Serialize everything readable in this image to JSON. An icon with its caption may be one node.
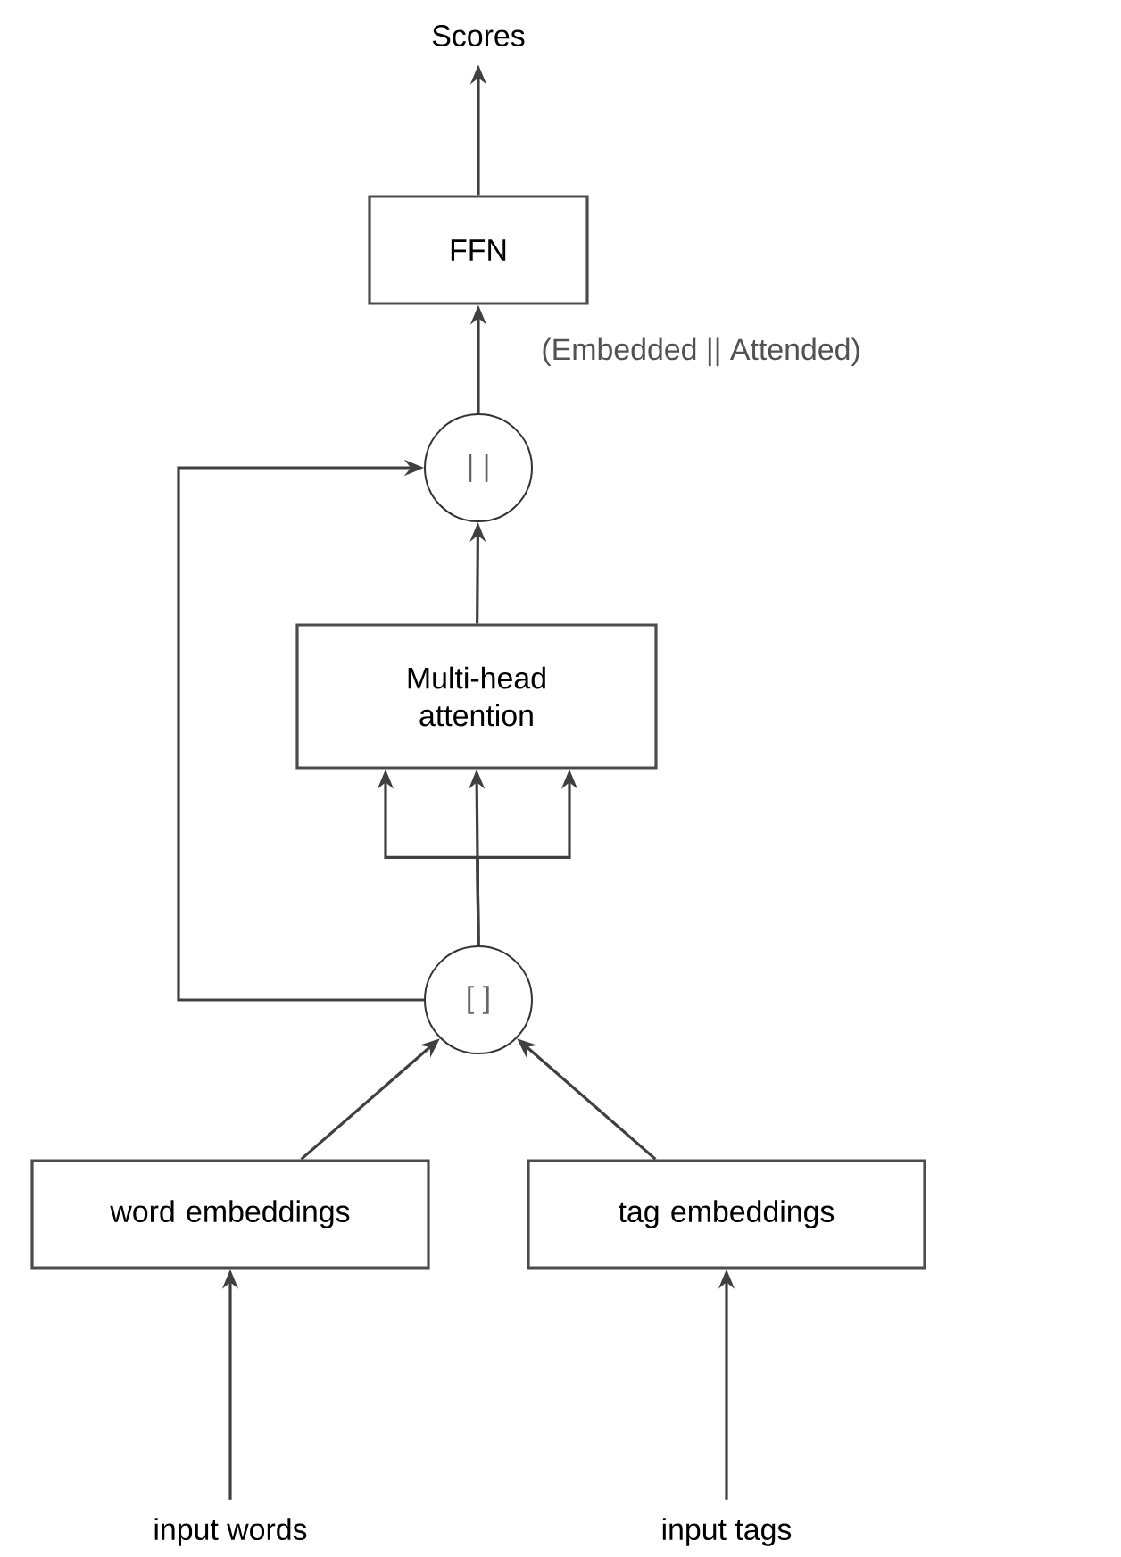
{
  "diagram": {
    "nodes": [
      {
        "text": [
          "Scores"
        ]
      },
      {
        "text": [
          "FFN"
        ]
      },
      {
        "text": [
          "| |"
        ]
      },
      {
        "text": [
          "Multi-head attention"
        ]
      },
      {
        "text": [
          "[ ]"
        ]
      },
      {
        "text": [
          "word embeddings"
        ]
      },
      {
        "text": [
          "tag embeddings"
        ]
      },
      {
        "text": [
          "input words"
        ]
      },
      {
        "text": [
          "input tags"
        ]
      }
    ],
    "edges": [
      {
        "from": 1,
        "to": 0,
        "arrow": "to"
      },
      {
        "from": 2,
        "to": 1,
        "arrow": "to",
        "label": "(Embedded || Attended)"
      },
      {
        "from": 3,
        "to": 2,
        "arrow": "to"
      },
      {
        "from": 4,
        "to": 3,
        "arrow": "to"
      },
      {
        "from": 4,
        "to": 3,
        "arrow": "to"
      },
      {
        "from": 4,
        "to": 3,
        "arrow": "to"
      },
      {
        "from": 4,
        "to": 2,
        "arrow": "to"
      },
      {
        "from": 5,
        "to": 4,
        "arrow": "to"
      },
      {
        "from": 6,
        "to": 4,
        "arrow": "to"
      },
      {
        "from": 7,
        "to": 5,
        "arrow": "to"
      },
      {
        "from": 8,
        "to": 6,
        "arrow": "to"
      }
    ]
  }
}
